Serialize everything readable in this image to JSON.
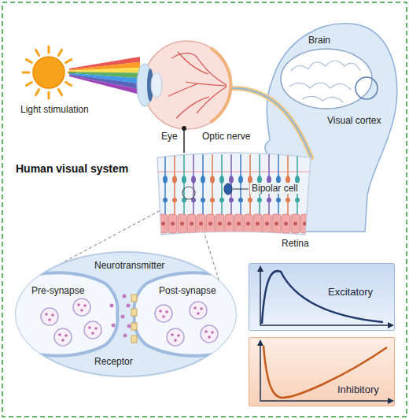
{
  "diagram": {
    "nodes": [
      {
        "text": [
          "Neurotransmitter",
          "Pre-synapse",
          "Post-synapse",
          "Receptor"
        ]
      },
      {
        "text": [
          "Excitatory"
        ]
      },
      {
        "text": [
          "Inhibitory"
        ]
      }
    ],
    "labels": [
      "Brain",
      "Light stimulation",
      "Visual cortex",
      "Optic nerve",
      "Eye",
      "Human visual system",
      "Bipolar cell",
      "Retina"
    ]
  }
}
